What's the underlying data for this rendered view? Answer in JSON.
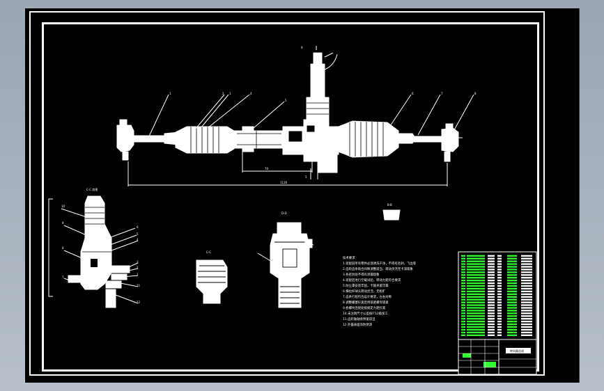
{
  "drawing": {
    "main_view": {
      "balloons": [
        "1",
        "2",
        "3",
        "4",
        "5",
        "6",
        "7",
        "8",
        "9"
      ],
      "dimensions": [
        "70",
        "1120",
        "5"
      ]
    },
    "detail_left": {
      "title": "C-C 剖视",
      "balloons": [
        "10",
        "9",
        "8",
        "7",
        "6",
        "5",
        "4",
        "3",
        "2",
        "1",
        "11",
        "12"
      ]
    },
    "section_dd": {
      "title": "D-D"
    },
    "section_cc": {
      "title": "C-C"
    },
    "section_bb": {
      "title": "B-B"
    },
    "notes": {
      "heading": "技术要求",
      "lines": [
        "1.装配前所有零件必须清洗干净，不得有毛刺、飞边等",
        "2.齿轮齿条啮合间隙调整适当，转动灵活无卡滞现象",
        "3.各密封处不得有渗漏现象",
        "4.装配后进行空载试验，转动力矩符合要求",
        "5.防尘罩安装牢固，卡箍夹紧可靠",
        "6.横拉杆球头转动灵活，无松旷",
        "7.齿条行程符合设计要求，左右对称",
        "8.调整螺塞拧紧后用锁紧螺母锁紧",
        "9.各螺纹连接处按规定力矩拧紧",
        "10.未注明尺寸公差按IT12级加工",
        "11.齿轮轴轴承预紧适当",
        "12.外露表面涂防锈漆"
      ]
    },
    "title_block": {
      "title": "转向器总成",
      "rows": 30
    }
  },
  "colors": {
    "background": "#000000",
    "lines": "#ffffff",
    "highlight": "#33ff33",
    "window": "#a9b3bf"
  }
}
